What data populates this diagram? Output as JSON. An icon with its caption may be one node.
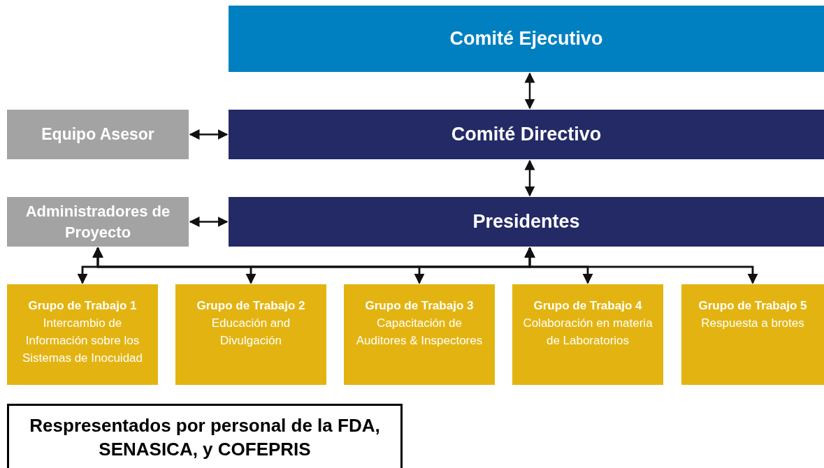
{
  "diagram": {
    "nodes": [
      {
        "text": [
          "Comité Ejecutivo"
        ]
      },
      {
        "text": [
          "Equipo Asesor"
        ]
      },
      {
        "text": [
          "Comité Directivo"
        ]
      },
      {
        "text": [
          "Administradores de Proyecto"
        ]
      },
      {
        "text": [
          "Presidentes"
        ]
      },
      {
        "text": [
          "Grupo de Trabajo 1",
          "Intercambio de Información sobre los Sistemas de Inocuidad"
        ]
      },
      {
        "text": [
          "Grupo de Trabajo 2",
          "Educación and Divulgación"
        ]
      },
      {
        "text": [
          "Grupo de Trabajo 3",
          "Capacitación de Auditores & Inspectores"
        ]
      },
      {
        "text": [
          "Grupo de Trabajo 4",
          "Colaboración en materia de Laboratorios"
        ]
      },
      {
        "text": [
          "Grupo de Trabajo 5",
          "Respuesta a brotes"
        ]
      },
      {
        "text": [
          "Respresentados por personal de la FDA, SENASICA, y COFEPRIS"
        ]
      }
    ],
    "edges": [
      {
        "from": 0,
        "to": 2,
        "arrow": "both"
      },
      {
        "from": 1,
        "to": 2,
        "arrow": "both"
      },
      {
        "from": 2,
        "to": 4,
        "arrow": "both"
      },
      {
        "from": 3,
        "to": 4,
        "arrow": "both"
      },
      {
        "from": 4,
        "to": 5,
        "arrow": "both"
      },
      {
        "from": 4,
        "to": 6,
        "arrow": "both"
      },
      {
        "from": 4,
        "to": 7,
        "arrow": "both"
      },
      {
        "from": 4,
        "to": 8,
        "arrow": "both"
      },
      {
        "from": 4,
        "to": 9,
        "arrow": "both"
      },
      {
        "from": 3,
        "to": 5,
        "arrow": "both"
      },
      {
        "from": 3,
        "to": 6,
        "arrow": "both"
      },
      {
        "from": 3,
        "to": 7,
        "arrow": "both"
      },
      {
        "from": 3,
        "to": 8,
        "arrow": "both"
      },
      {
        "from": 3,
        "to": 9,
        "arrow": "both"
      }
    ]
  }
}
